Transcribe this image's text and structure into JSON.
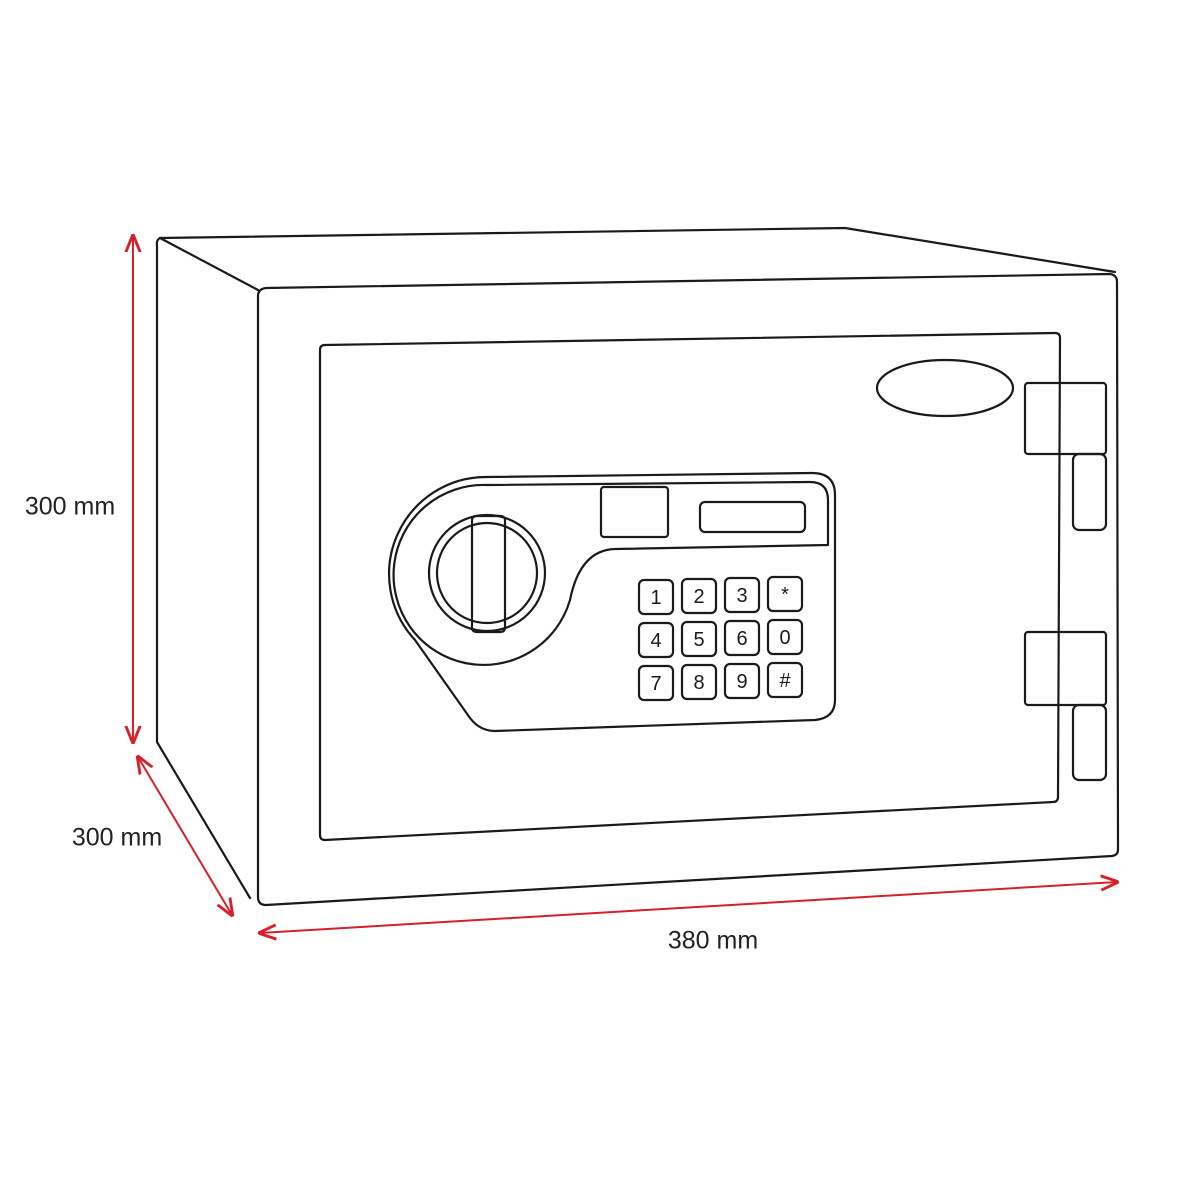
{
  "dimensions": {
    "height": "300 mm",
    "depth": "300 mm",
    "width": "380 mm"
  },
  "keypad": {
    "keys": [
      "1",
      "2",
      "3",
      "*",
      "4",
      "5",
      "6",
      "0",
      "7",
      "8",
      "9",
      "#"
    ]
  },
  "colors": {
    "outline": "#1a1a1a",
    "dimension_line": "#d8202a"
  }
}
